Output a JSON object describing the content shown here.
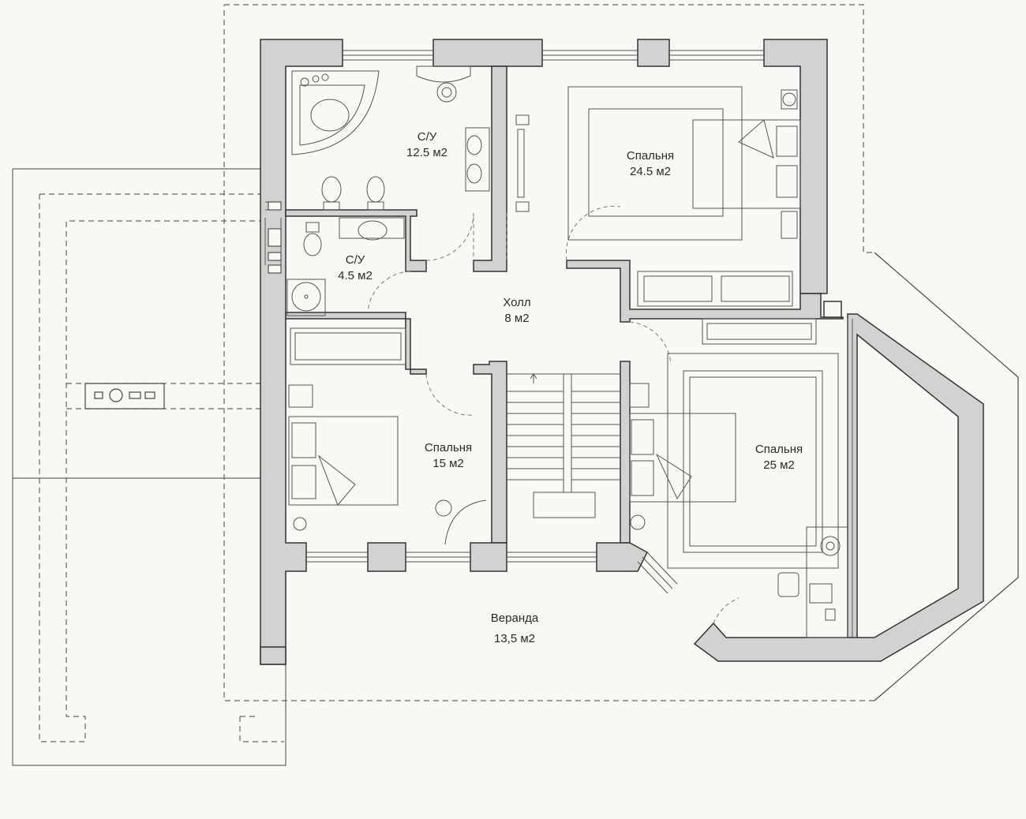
{
  "colors": {
    "background": "#f9f8f4",
    "wall_fill": "#d2d2d2",
    "wall_stroke": "#333333",
    "line": "#555555",
    "text": "#2a2a2a"
  },
  "rooms": [
    {
      "id": "bath-large",
      "name": "С/У",
      "area": "12.5 м2"
    },
    {
      "id": "bedroom-ne",
      "name": "Спальня",
      "area": "24.5 м2"
    },
    {
      "id": "bath-small",
      "name": "С/У",
      "area": "4.5 м2"
    },
    {
      "id": "hall",
      "name": "Холл",
      "area": "8 м2"
    },
    {
      "id": "bedroom-sw",
      "name": "Спальня",
      "area": "15 м2"
    },
    {
      "id": "bedroom-se",
      "name": "Спальня",
      "area": "25 м2"
    },
    {
      "id": "veranda",
      "name": "Веранда",
      "area": "13,5 м2"
    }
  ]
}
